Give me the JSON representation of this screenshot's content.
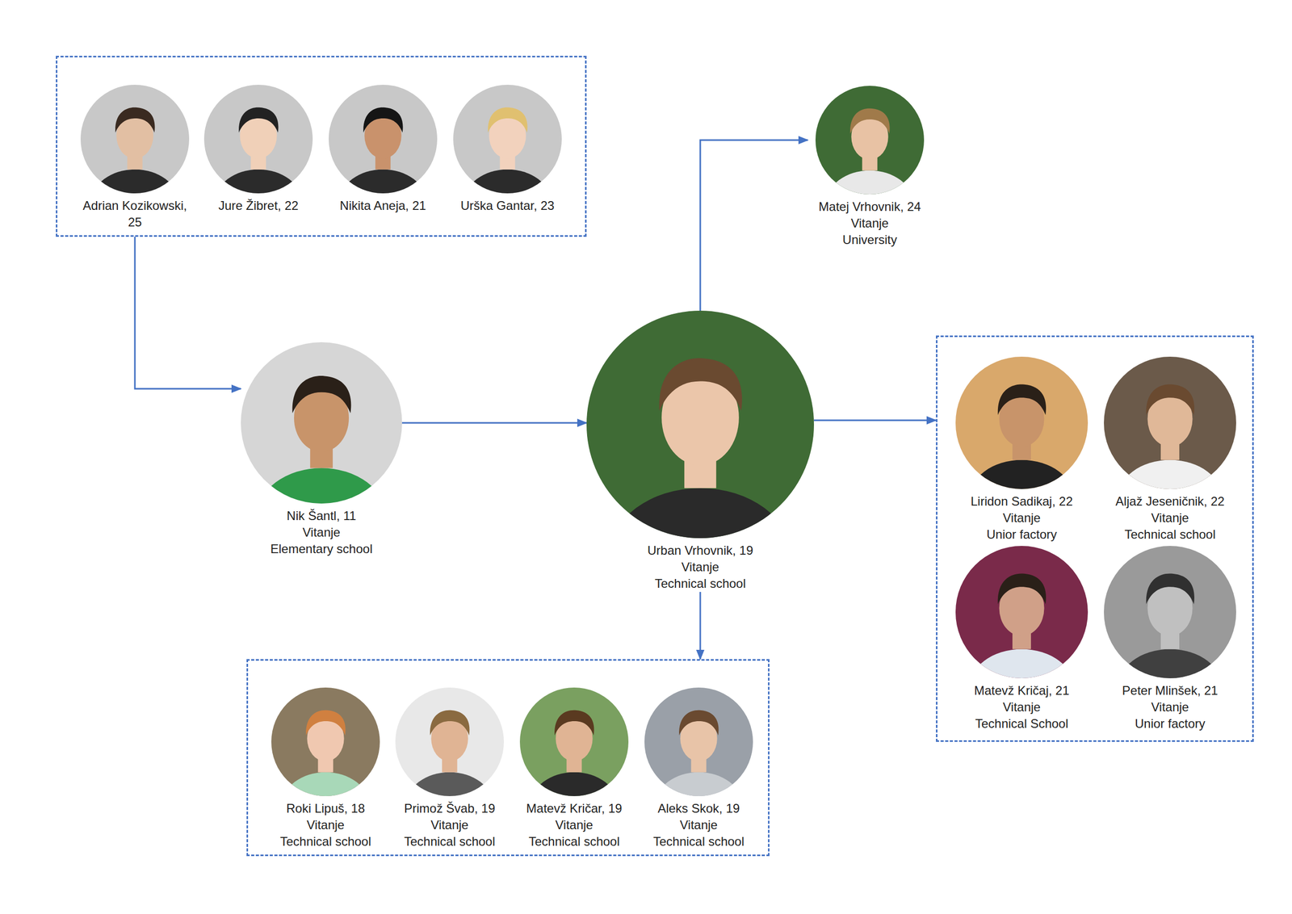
{
  "diagram": {
    "nodes": [
      {
        "text": []
      },
      {
        "text": [
          "Adrian Kozikowski, 25"
        ],
        "in": 0
      },
      {
        "text": [
          "Jure Žibret, 22"
        ],
        "in": 0
      },
      {
        "text": [
          "Nikita Aneja, 21"
        ],
        "in": 0
      },
      {
        "text": [
          "Urška Gantar, 23"
        ],
        "in": 0
      },
      {
        "text": [
          "Matej Vrhovnik, 24",
          "Vitanje",
          "University"
        ]
      },
      {
        "text": [
          "Nik Šantl, 11",
          "Vitanje",
          "Elementary school"
        ]
      },
      {
        "text": [
          "Urban Vrhovnik, 19",
          "Vitanje",
          "Technical school"
        ]
      },
      {
        "text": []
      },
      {
        "text": [
          "Liridon Sadikaj, 22",
          "Vitanje",
          "Unior factory"
        ],
        "in": 8
      },
      {
        "text": [
          "Aljaž Jeseničnik, 22",
          "Vitanje",
          "Technical school"
        ],
        "in": 8
      },
      {
        "text": [
          "Matevž Kričaj, 21",
          "Vitanje",
          "Technical School"
        ],
        "in": 8
      },
      {
        "text": [
          "Peter Mlinšek, 21",
          "Vitanje",
          "Unior factory"
        ],
        "in": 8
      },
      {
        "text": []
      },
      {
        "text": [
          "Roki Lipuš, 18",
          "Vitanje",
          "Technical school"
        ],
        "in": 13
      },
      {
        "text": [
          "Primož Švab, 19",
          "Vitanje",
          "Technical school"
        ],
        "in": 13
      },
      {
        "text": [
          "Matevž Kričar, 19",
          "Vitanje",
          "Technical school"
        ],
        "in": 13
      },
      {
        "text": [
          "Aleks Skok, 19",
          "Vitanje",
          "Technical school"
        ],
        "in": 13
      }
    ],
    "edges": [
      {
        "from": 0,
        "to": 6,
        "arrow": "to"
      },
      {
        "from": 6,
        "to": 7,
        "arrow": "to"
      },
      {
        "from": 7,
        "to": 5,
        "arrow": "to"
      },
      {
        "from": 7,
        "to": 8,
        "arrow": "to"
      },
      {
        "from": 7,
        "to": 13,
        "arrow": "to"
      }
    ]
  }
}
